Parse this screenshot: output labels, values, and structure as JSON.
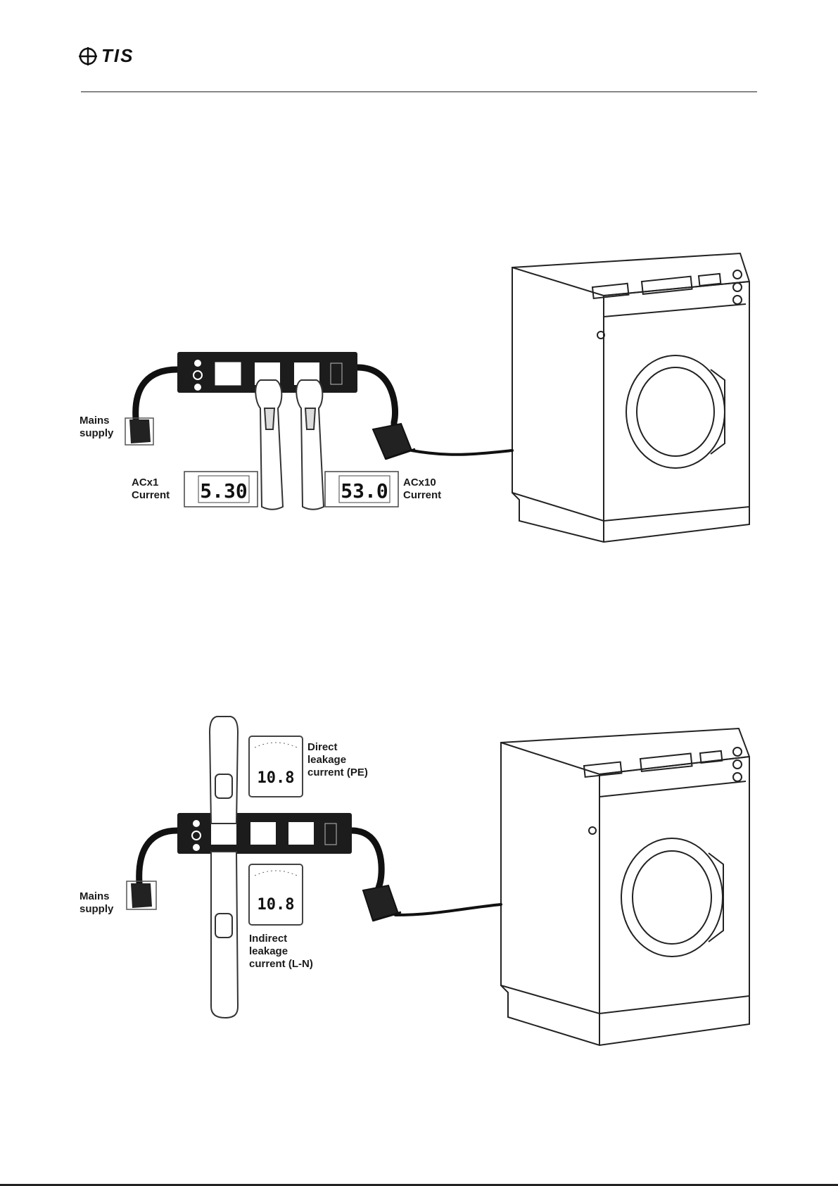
{
  "header": {
    "logo_text": "TIS"
  },
  "figure1": {
    "mains_line1": "Mains",
    "mains_line2": "supply",
    "left_display_line1": "ACx1",
    "left_display_line2": "Current",
    "left_reading": "5.30",
    "right_display_line1": "ACx10",
    "right_display_line2": "Current",
    "right_reading": "53.0"
  },
  "figure2": {
    "mains_line1": "Mains",
    "mains_line2": "supply",
    "top_meter_reading": "10.8",
    "top_label_line1": "Direct",
    "top_label_line2": "leakage",
    "top_label_line3": "current (PE)",
    "bottom_meter_reading": "10.8",
    "bottom_label_line1": "Indirect",
    "bottom_label_line2": "leakage",
    "bottom_label_line3": "current (L-N)"
  }
}
